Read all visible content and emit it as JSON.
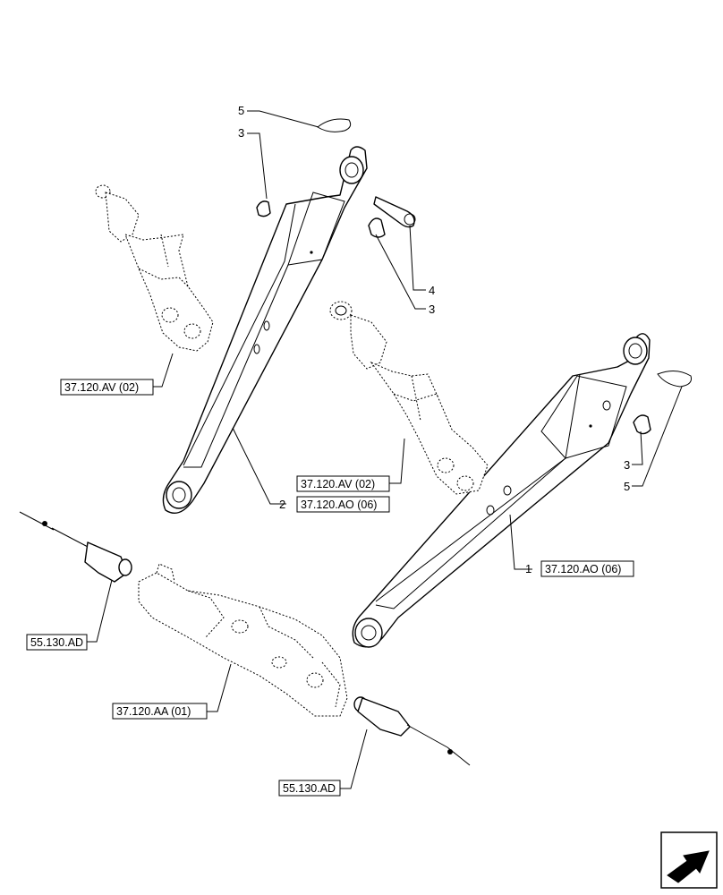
{
  "callouts": {
    "lower_link_1": "1",
    "lower_link_2": "2",
    "clip_top": "3",
    "pin_clip": "3",
    "clip_right": "3",
    "pin": "4",
    "retainer_top": "5",
    "retainer_right": "5"
  },
  "references": {
    "av_left": "37.120.AV (02)",
    "av_mid": "37.120.AV (02)",
    "ao_link2": "37.120.AO (06)",
    "ao_link1": "37.120.AO (06)",
    "ad_left": "55.130.AD",
    "aa_housing": "37.120.AA (01)",
    "ad_right": "55.130.AD"
  },
  "icons": {
    "nav_arrow": "navigation-arrow-icon"
  }
}
